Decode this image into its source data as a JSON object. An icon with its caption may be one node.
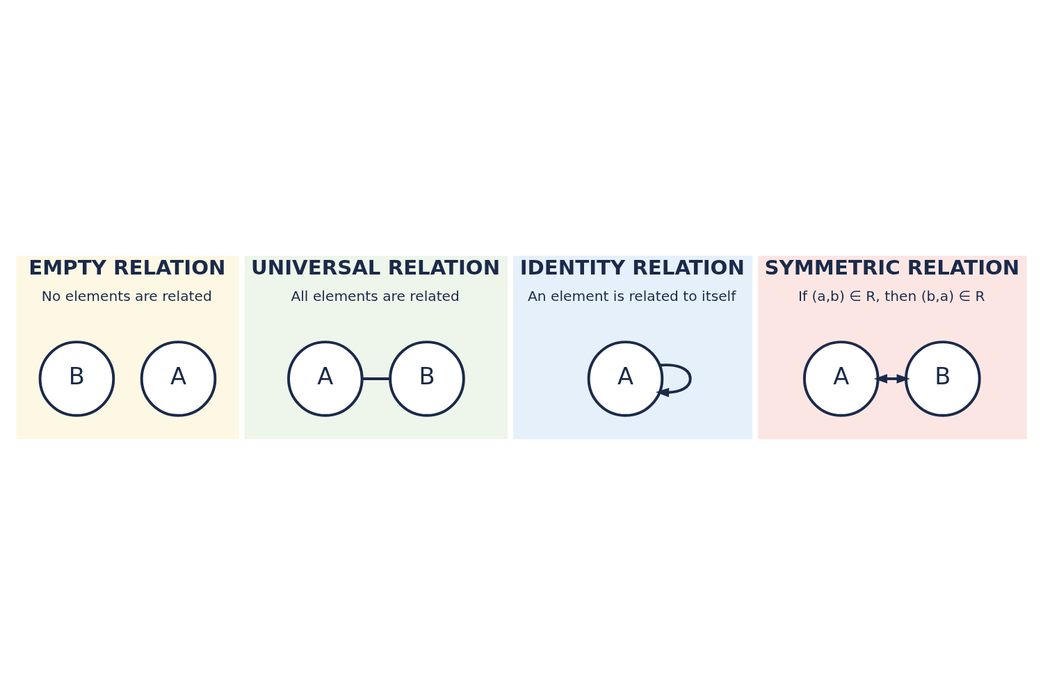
{
  "diagram": {
    "nodes": [
      {
        "text": [
          "EMPTY RELATION",
          "No elements are related"
        ]
      },
      {
        "text": [
          "A"
        ],
        "in": 0
      },
      {
        "text": [
          "B"
        ],
        "in": 0
      },
      {
        "text": [
          "UNIVERSAL RELATION",
          "All elements are related"
        ]
      },
      {
        "text": [
          "A"
        ],
        "in": 3
      },
      {
        "text": [
          "B"
        ],
        "in": 3
      },
      {
        "text": [
          "IDENTITY RELATION",
          "An element is related to itself"
        ]
      },
      {
        "text": [
          "A"
        ],
        "in": 6
      },
      {
        "text": [
          "SYMMETRIC RELATION",
          "If (a,b) ∈ R, then (b,a) ∈ R"
        ]
      },
      {
        "text": [
          "A"
        ],
        "in": 8
      },
      {
        "text": [
          "B"
        ],
        "in": 8
      }
    ],
    "edges": [
      {
        "from": 4,
        "to": 5,
        "arrow": "none"
      },
      {
        "from": 7,
        "to": 7,
        "arrow": "to"
      },
      {
        "from": 9,
        "to": 10,
        "arrow": "both"
      }
    ]
  }
}
